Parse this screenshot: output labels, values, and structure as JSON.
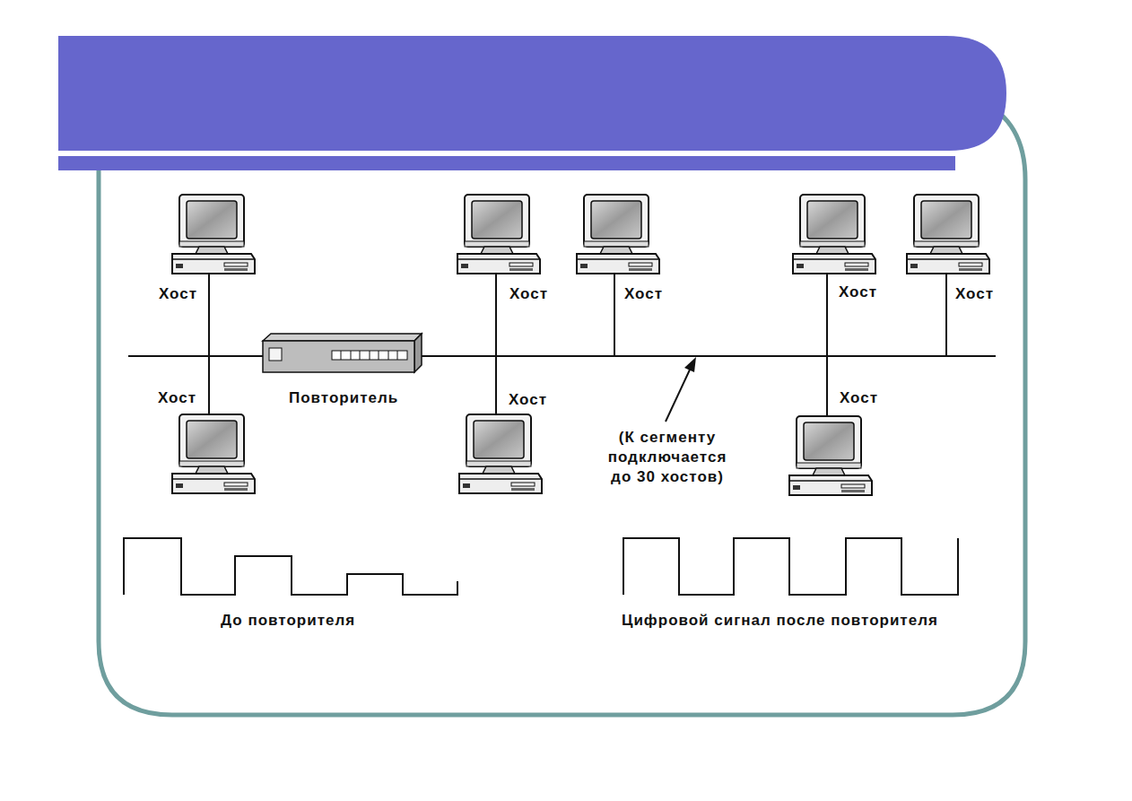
{
  "diagram": {
    "labels": [
      "Хост",
      "Хост",
      "Хост",
      "Хост",
      "Хост",
      "Хост",
      "Повторитель",
      "Хост",
      "Хост",
      "(К сегменту подключается до 30 хостов)",
      "До повторителя",
      "Цифровой сигнал после повторителя"
    ]
  }
}
